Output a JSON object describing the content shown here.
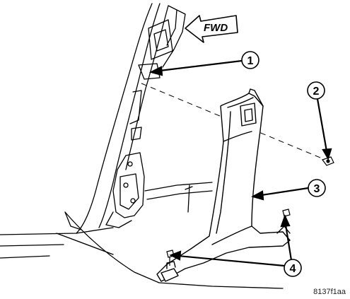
{
  "figure": {
    "fwd_label": "FWD",
    "figure_id": "8137f1aa",
    "callouts": [
      {
        "number": "1",
        "part": "pillar-upper-area"
      },
      {
        "number": "2",
        "part": "clip"
      },
      {
        "number": "3",
        "part": "b-pillar-trim-panel"
      },
      {
        "number": "4",
        "part": "fasteners"
      }
    ],
    "stroke_color": "#000000",
    "background": "#ffffff"
  }
}
